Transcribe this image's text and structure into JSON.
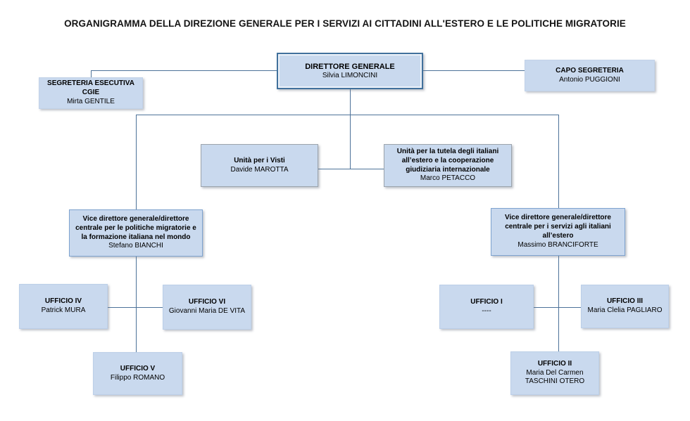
{
  "title": "ORGANIGRAMMA DELLA DIREZIONE GENERALE PER I SERVIZI AI CITTADINI ALL'ESTERO E LE POLITICHE MIGRATORIE",
  "colors": {
    "box_fill": "#c9d9ee",
    "connector_line": "#4d7299",
    "direttore_border": "#41719c",
    "vice_border": "#7ea3cf",
    "unita_border": "#9ba3ac",
    "title_text": "#141414"
  },
  "nodes": {
    "direttore_generale": {
      "role": "DIRETTORE GENERALE",
      "name": "Silvia LIMONCINI"
    },
    "segreteria_esecutiva": {
      "role": "SEGRETERIA ESECUTIVA CGIE",
      "name": "Mirta GENTILE"
    },
    "capo_segreteria": {
      "role": "CAPO SEGRETERIA",
      "name": "Antonio PUGGIONI"
    },
    "unita_visti": {
      "role": "Unità per i Visti",
      "name": "Davide MAROTTA"
    },
    "unita_tutela": {
      "role": "Unità per la tutela degli italiani all’estero e la cooperazione giudiziaria internazionale",
      "name": "Marco PETACCO"
    },
    "vice_politiche_migratorie": {
      "role": "Vice direttore generale/direttore centrale per le politiche migratorie e la formazione italiana nel mondo",
      "name": "Stefano BIANCHI"
    },
    "vice_servizi_italiani_estero": {
      "role": "Vice direttore generale/direttore centrale per i servizi agli italiani all’estero",
      "name": "Massimo BRANCIFORTE"
    },
    "ufficio_iv": {
      "role": "UFFICIO IV",
      "name": "Patrick MURA"
    },
    "ufficio_vi": {
      "role": "UFFICIO VI",
      "name": "Giovanni Maria DE VITA"
    },
    "ufficio_v": {
      "role": "UFFICIO V",
      "name": "Filippo ROMANO"
    },
    "ufficio_i": {
      "role": "UFFICIO I",
      "name": "----"
    },
    "ufficio_iii": {
      "role": "UFFICIO III",
      "name": "Maria Clelia PAGLIARO"
    },
    "ufficio_ii": {
      "role": "UFFICIO II",
      "name": "Maria Del Carmen TASCHINI OTERO"
    }
  }
}
